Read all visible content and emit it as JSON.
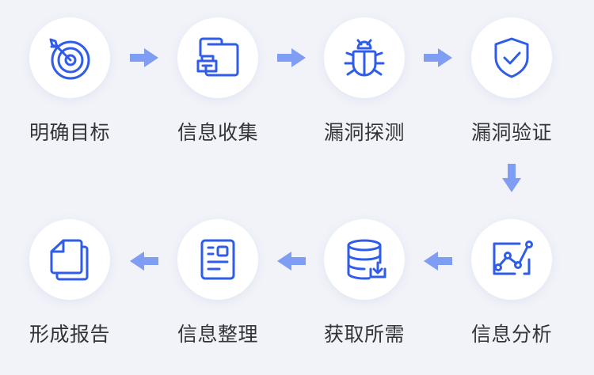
{
  "colors": {
    "accent": "#2f5dea",
    "arrow": "#7f9df3",
    "background": "#f1f3f9"
  },
  "steps": [
    {
      "label": "明确目标",
      "icon": "target-icon"
    },
    {
      "label": "信息收集",
      "icon": "folder-collect-icon"
    },
    {
      "label": "漏洞探测",
      "icon": "bug-icon"
    },
    {
      "label": "漏洞验证",
      "icon": "shield-check-icon"
    },
    {
      "label": "信息分析",
      "icon": "line-chart-icon"
    },
    {
      "label": "获取所需",
      "icon": "database-download-icon"
    },
    {
      "label": "信息整理",
      "icon": "profile-card-icon"
    },
    {
      "label": "形成报告",
      "icon": "documents-icon"
    }
  ]
}
